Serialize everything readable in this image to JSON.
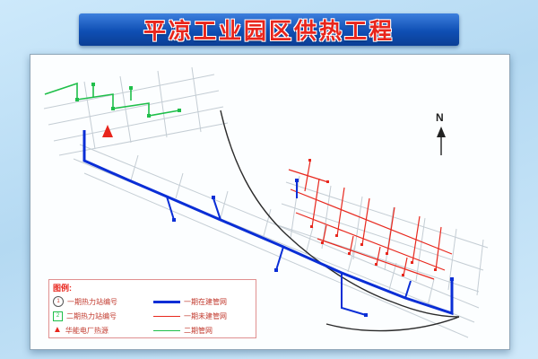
{
  "title": "平凉工业园区供热工程",
  "map": {
    "north_label": "N",
    "heat_source_marker": "red-triangle"
  },
  "legend": {
    "title": "图例:",
    "items_left": [
      {
        "icon": "station-phase1-icon",
        "icon_char": "1",
        "label": "一期热力站编号"
      },
      {
        "icon": "station-phase2-icon",
        "icon_char": "2",
        "label": "二期热力站编号"
      },
      {
        "icon": "heat-source-icon",
        "icon_char": "▲",
        "label": "华能电厂热源"
      }
    ],
    "items_right": [
      {
        "line": "blue-thick",
        "label": "一期在建管网"
      },
      {
        "line": "red-thin",
        "label": "一期未建管网"
      },
      {
        "line": "green-thin",
        "label": "二期管网"
      }
    ],
    "colors": {
      "phase1_built": "#0a2ed6",
      "phase1_unbuilt": "#e8281e",
      "phase2": "#1fbf4a",
      "roads": "#c4cdd4",
      "railway": "#2a2a2a"
    }
  }
}
